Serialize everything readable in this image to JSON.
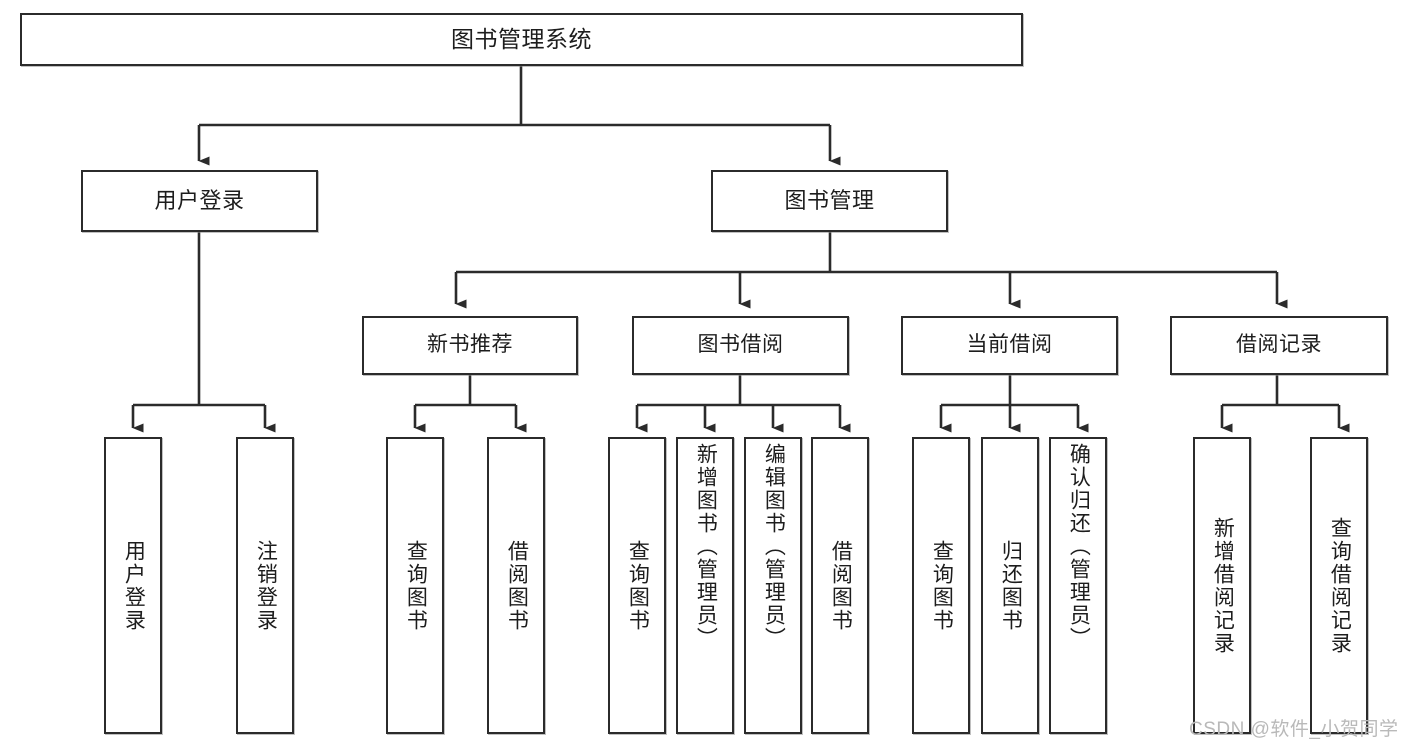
{
  "diagram": {
    "type": "tree-hierarchy-chart",
    "title": "图书管理系统",
    "orientation": "top-down",
    "colors": {
      "box_border": "#2b2b2b",
      "box_fill": "#ffffff",
      "connector": "#2b2b2b",
      "watermark": "#b9b9b9",
      "background": "#ffffff"
    }
  },
  "root": {
    "label": "图书管理系统"
  },
  "level1": [
    {
      "label": "用户登录"
    },
    {
      "label": "图书管理"
    }
  ],
  "level2": [
    {
      "label": "新书推荐"
    },
    {
      "label": "图书借阅"
    },
    {
      "label": "当前借阅"
    },
    {
      "label": "借阅记录"
    }
  ],
  "leaves": {
    "user_login": [
      {
        "label": "用户登录"
      },
      {
        "label": "注销登录"
      }
    ],
    "new_book_recommend": [
      {
        "label": "查询图书"
      },
      {
        "label": "借阅图书"
      }
    ],
    "book_borrow": [
      {
        "label": "查询图书"
      },
      {
        "label": "新增图书（管理员）"
      },
      {
        "label": "编辑图书（管理员）"
      },
      {
        "label": "借阅图书"
      }
    ],
    "current_borrow": [
      {
        "label": "查询图书"
      },
      {
        "label": "归还图书"
      },
      {
        "label": "确认归还（管理员）"
      }
    ],
    "borrow_records": [
      {
        "label": "新增借阅记录"
      },
      {
        "label": "查询借阅记录"
      }
    ]
  },
  "watermark": {
    "text": "CSDN @软件_小贺同学"
  }
}
